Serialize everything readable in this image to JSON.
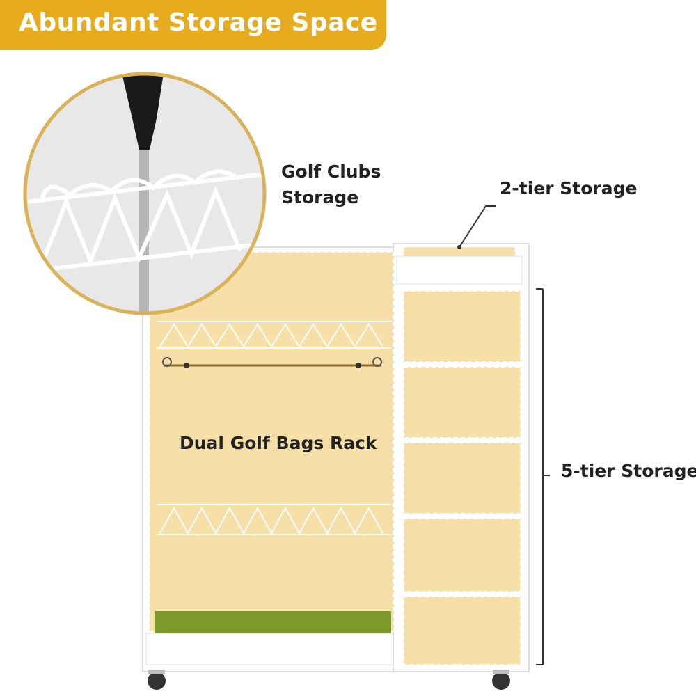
{
  "banner": {
    "title": "Abundant Storage Space"
  },
  "labels": {
    "golf_clubs_line1": "Golf Clubs",
    "golf_clubs_line2": "Storage",
    "two_tier": "2-tier Storage",
    "five_tier": "5-tier Storage",
    "dual_bags": "Dual Golf Bags Rack"
  },
  "colors": {
    "banner": "#e6ac1e",
    "highlight": "#f7e0a8",
    "cabinet": "#ffffff",
    "turf": "#7d9a2b",
    "callout": "#d9b25a"
  }
}
